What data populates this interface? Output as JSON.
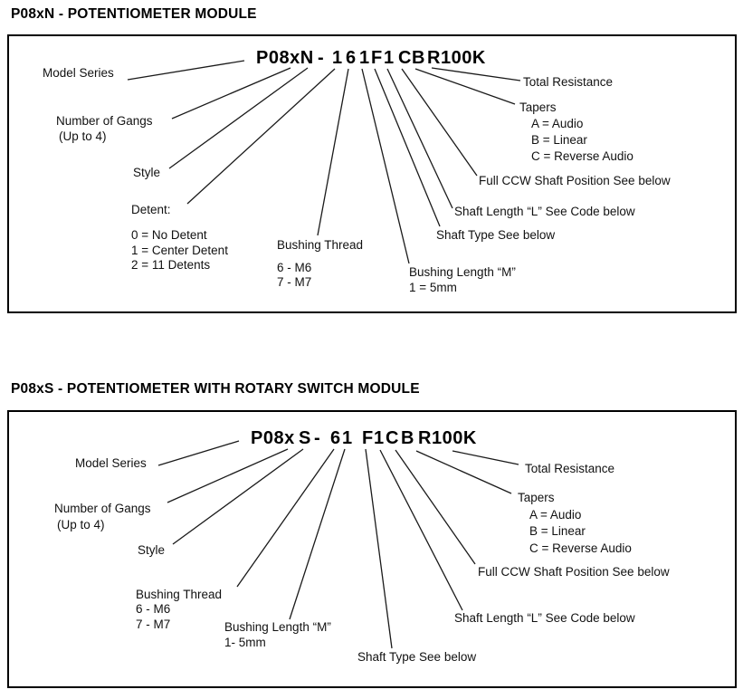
{
  "sections": [
    {
      "title": "P08xN - POTENTIOMETER MODULE",
      "part_number": {
        "full": "P08xN - 1 6 1 F 1 C B R100K",
        "segments": [
          "P08xN",
          "-",
          "1",
          "6",
          "1",
          "F",
          "1",
          "C",
          "B",
          "R100K"
        ]
      },
      "labels": {
        "model_series": "Model Series",
        "gangs_1": "Number of Gangs",
        "gangs_2": "(Up to 4)",
        "style": "Style",
        "detent_title": "Detent:",
        "detent_0": "0 = No Detent",
        "detent_1": "1 = Center Detent",
        "detent_2": "2 = 11 Detents",
        "bushing_thread": "Bushing Thread",
        "bushing_thread_6": "6 - M6",
        "bushing_thread_7": "7 - M7",
        "bushing_length": "Bushing Length “M”",
        "bushing_length_1": "1 = 5mm",
        "shaft_type": "Shaft Type See below",
        "shaft_length": "Shaft Length “L” See Code below",
        "full_ccw": "Full CCW Shaft Position See below",
        "tapers_title": "Tapers",
        "tapers_a": "A = Audio",
        "tapers_b": "B = Linear",
        "tapers_c": "C = Reverse Audio",
        "total_resistance": "Total Resistance"
      }
    },
    {
      "title": "P08xS - POTENTIOMETER WITH ROTARY SWITCH MODULE",
      "part_number": {
        "full": "P08x S - 6 1 F 1 C B R100K",
        "segments": [
          "P08x",
          "S",
          "-",
          "6",
          "1",
          "F",
          "1",
          "C",
          "B",
          "R100K"
        ]
      },
      "labels": {
        "model_series": "Model Series",
        "gangs_1": "Number of Gangs",
        "gangs_2": "(Up to 4)",
        "style": "Style",
        "bushing_thread": "Bushing Thread",
        "bushing_thread_6": "6 - M6",
        "bushing_thread_7": "7 - M7",
        "bushing_length": "Bushing Length “M”",
        "bushing_length_1": "1- 5mm",
        "shaft_type": "Shaft Type See below",
        "shaft_length": "Shaft Length “L” See Code below",
        "full_ccw": "Full CCW Shaft Position See below",
        "tapers_title": "Tapers",
        "tapers_a": "A = Audio",
        "tapers_b": "B = Linear",
        "tapers_c": "C = Reverse Audio",
        "total_resistance": "Total Resistance"
      }
    }
  ]
}
